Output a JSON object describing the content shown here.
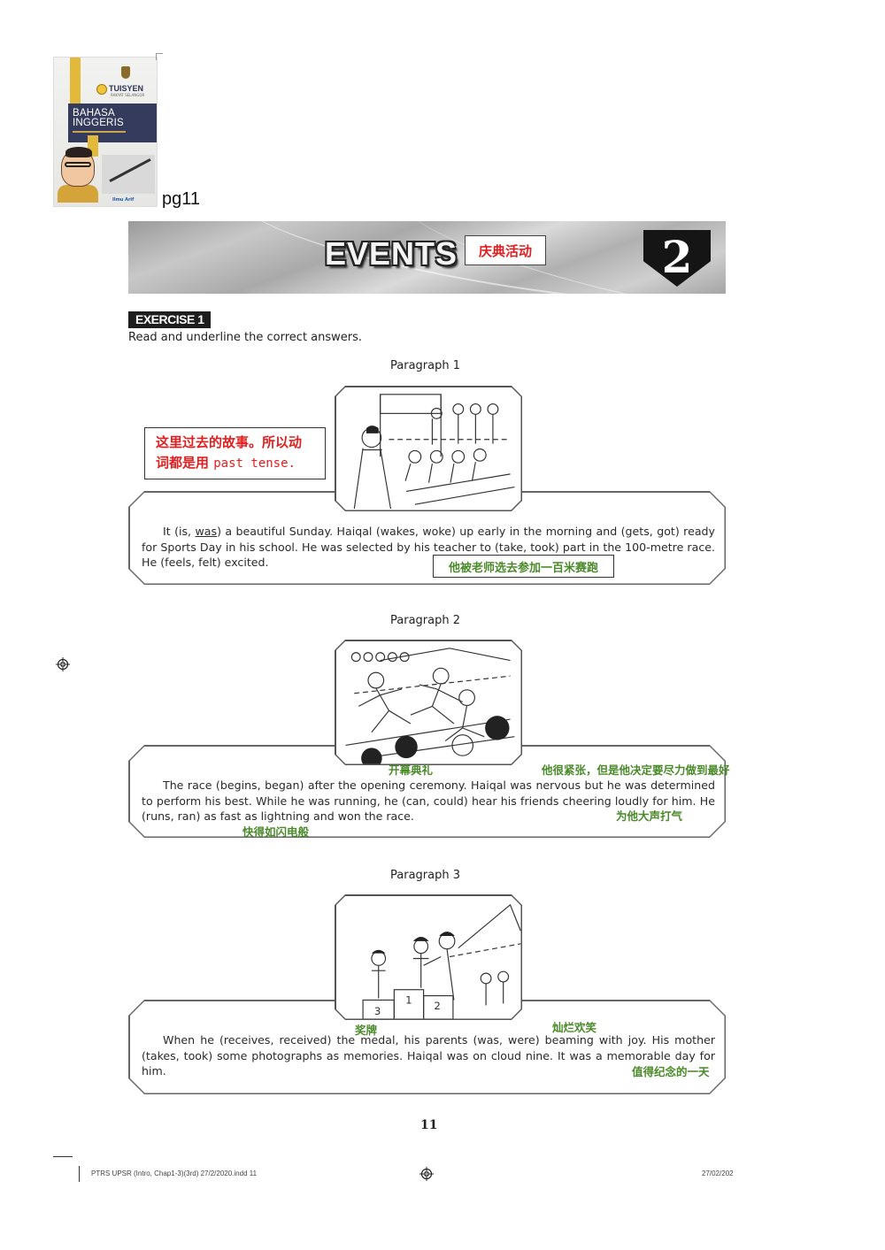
{
  "cover": {
    "brand": "TUISYEN",
    "brand_sub": "RAKYAT SELANGOR",
    "title_line1": "BAHASA",
    "title_line2": "INGGERIS",
    "publisher": "Ilmu Arif"
  },
  "page_label": "pg11",
  "banner": {
    "title": "EVENTS",
    "title_cn": "庆典活动",
    "chapter_number": "2"
  },
  "exercise": {
    "tag": "EXERCISE 1",
    "instruction": "Read and underline the correct answers."
  },
  "notes": {
    "past_tense_cn_1": "这里过去的故事。所以动",
    "past_tense_cn_2": "词都是用",
    "past_tense_en": "past tense."
  },
  "paragraphs": [
    {
      "heading": "Paragraph 1",
      "text_before": "It (is, ",
      "underlined": "was",
      "text_after": ") a beautiful Sunday. Haiqal (wakes, woke) up early in the morning and (gets, got) ready for Sports Day in his school. He was selected by his teacher to (take, took) part in the 100-metre race. He (feels, felt) excited.",
      "annotations": [
        "他被老师选去参加一百米赛跑"
      ]
    },
    {
      "heading": "Paragraph 2",
      "text": "The race (begins, began) after the opening ceremony. Haiqal was nervous but he was determined to perform his best. While he was running, he (can, could) hear his friends cheering loudly for him. He (runs, ran) as fast as lightning and won the race.",
      "annotations": [
        "开幕典礼",
        "他很紧张，但是他决定要尽力做到最好",
        "为他大声打气",
        "快得如闪电般"
      ]
    },
    {
      "heading": "Paragraph 3",
      "text": "When he (receives, received) the medal, his parents (was, were) beaming with joy. His mother (takes, took) some photographs as memories. Haiqal was on cloud nine. It was a memorable day for him.",
      "annotations": [
        "奖牌",
        "灿烂欢笑",
        "值得纪念的一天"
      ]
    }
  ],
  "footer": {
    "page_number": "11",
    "slug": "PTRS UPSR (Intro, Chap1-3)(3rd) 27/2/2020.indd   11",
    "date": "27/02/202"
  },
  "colors": {
    "annotation_red": "#e02020",
    "annotation_green": "#4a8a2a",
    "banner_gray": "#b5b5b5",
    "exercise_tag_bg": "#1e1e1e"
  }
}
